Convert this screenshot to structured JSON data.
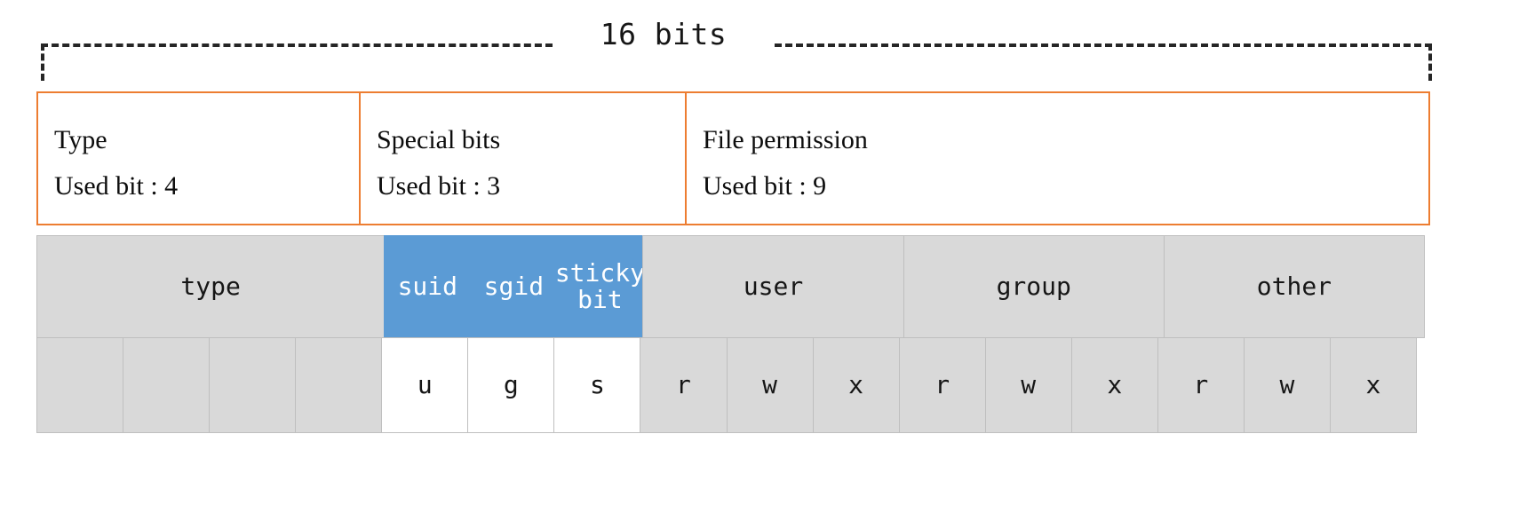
{
  "diagram": {
    "caption": "16 bits",
    "bracket": {
      "style": "dashed",
      "color": "#262626"
    },
    "accent_color": "#ED7D31",
    "highlight_color": "#5B9BD5",
    "cell_color": "#D9D9D9"
  },
  "sections": [
    {
      "title": "Type",
      "used_bits_label": "Used bit : 4"
    },
    {
      "title": "Special bits",
      "used_bits_label": "Used bit : 3"
    },
    {
      "title": "File permission",
      "used_bits_label": "Used bit : 9"
    }
  ],
  "bit_table": {
    "name_row": [
      {
        "label": "type",
        "span": 4,
        "style": "grey"
      },
      {
        "label": "suid",
        "span": 1,
        "style": "blue"
      },
      {
        "label": "sgid",
        "span": 1,
        "style": "blue"
      },
      {
        "label": "sticky bit",
        "span": 1,
        "style": "blue"
      },
      {
        "label": "user",
        "span": 3,
        "style": "grey"
      },
      {
        "label": "group",
        "span": 3,
        "style": "grey"
      },
      {
        "label": "other",
        "span": 3,
        "style": "grey"
      }
    ],
    "value_row": [
      {
        "label": "",
        "style": "grey"
      },
      {
        "label": "",
        "style": "grey"
      },
      {
        "label": "",
        "style": "grey"
      },
      {
        "label": "",
        "style": "grey"
      },
      {
        "label": "u",
        "style": "white"
      },
      {
        "label": "g",
        "style": "white"
      },
      {
        "label": "s",
        "style": "white"
      },
      {
        "label": "r",
        "style": "grey"
      },
      {
        "label": "w",
        "style": "grey"
      },
      {
        "label": "x",
        "style": "grey"
      },
      {
        "label": "r",
        "style": "grey"
      },
      {
        "label": "w",
        "style": "grey"
      },
      {
        "label": "x",
        "style": "grey"
      },
      {
        "label": "r",
        "style": "grey"
      },
      {
        "label": "w",
        "style": "grey"
      },
      {
        "label": "x",
        "style": "grey"
      }
    ]
  }
}
